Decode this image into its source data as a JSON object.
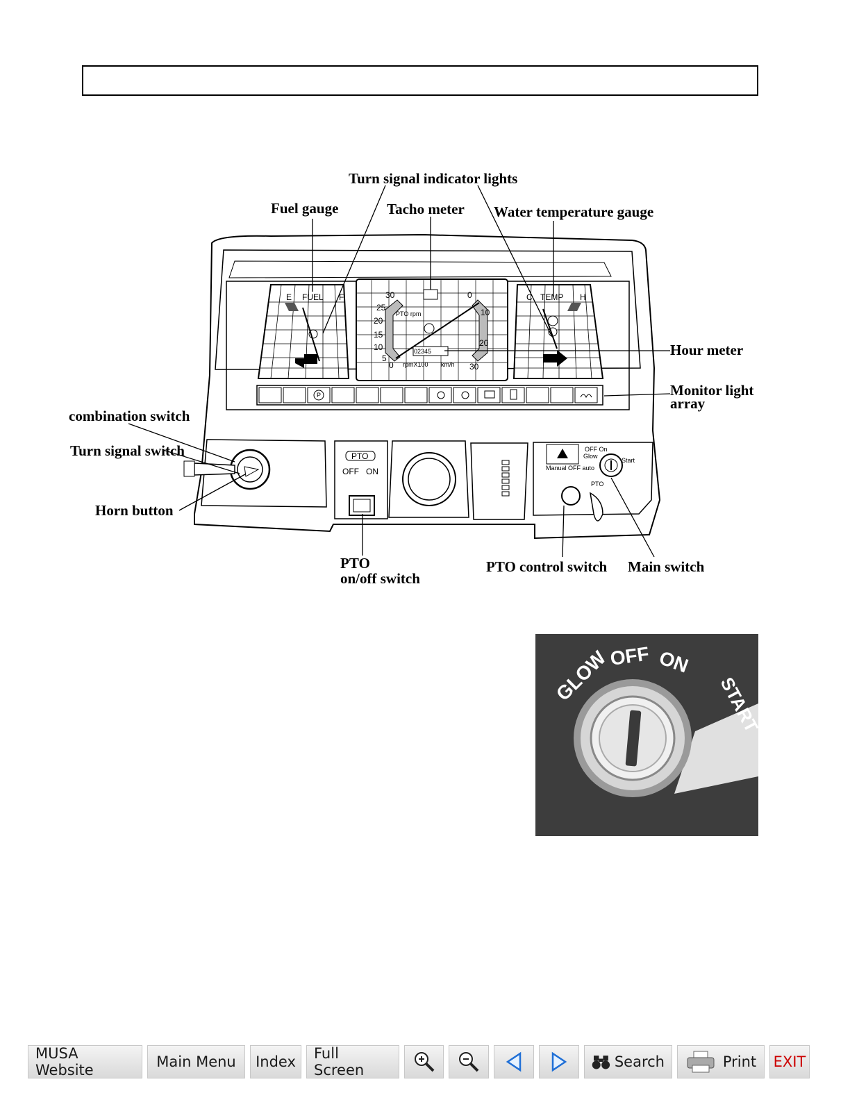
{
  "labels": {
    "turn_signal_indicator_lights": "Turn signal indicator lights",
    "fuel_gauge": "Fuel gauge",
    "tacho_meter": "Tacho meter",
    "water_temperature_gauge": "Water temperature gauge",
    "hour_meter": "Hour meter",
    "monitor_light_line1": "Monitor light",
    "monitor_light_line2": "array",
    "combination_switch": "combination switch",
    "turn_signal_switch": "Turn signal switch",
    "horn_button": "Horn button",
    "pto_onoff_line1": "PTO",
    "pto_onoff_line2": "on/off switch",
    "pto_control_switch": "PTO control switch",
    "main_switch": "Main switch"
  },
  "dash_text": {
    "fuel": "FUEL",
    "e": "E",
    "f": "F",
    "temp": "TEMP",
    "c": "C",
    "h": "H",
    "pto_box": "PTO",
    "off": "OFF",
    "on": "ON",
    "hour_value": "02345",
    "glow": "Glow",
    "start": "Start",
    "off_on": "OFF On",
    "manual_off_auto": "Manual OFF auto",
    "pto_small": "PTO",
    "tacho_nums": [
      "30",
      "25",
      "20",
      "15",
      "10",
      "5",
      "0",
      "0",
      "10",
      "20",
      "30"
    ],
    "rpm": "rpmX100",
    "kmh": "km/h",
    "pto_rpm": "PTO rpm"
  },
  "photo": {
    "glow": "GLOW",
    "off": "OFF",
    "on": "ON",
    "start": "START"
  },
  "toolbar": [
    {
      "name": "musa-website-button",
      "label": "MUSA Website"
    },
    {
      "name": "main-menu-button",
      "label": "Main Menu"
    },
    {
      "name": "index-button",
      "label": "Index"
    },
    {
      "name": "full-screen-button",
      "label": "Full Screen"
    },
    {
      "name": "zoom-in-button",
      "label": "",
      "icon": "zoom-in-icon"
    },
    {
      "name": "zoom-out-button",
      "label": "",
      "icon": "zoom-out-icon"
    },
    {
      "name": "previous-page-button",
      "label": "",
      "icon": "triangle-left-icon"
    },
    {
      "name": "next-page-button",
      "label": "",
      "icon": "triangle-right-icon"
    },
    {
      "name": "search-button",
      "label": "Search",
      "icon": "binoculars-icon"
    },
    {
      "name": "print-button",
      "label": "Print",
      "icon": "printer-icon"
    },
    {
      "name": "exit-button",
      "label": "EXIT"
    }
  ]
}
